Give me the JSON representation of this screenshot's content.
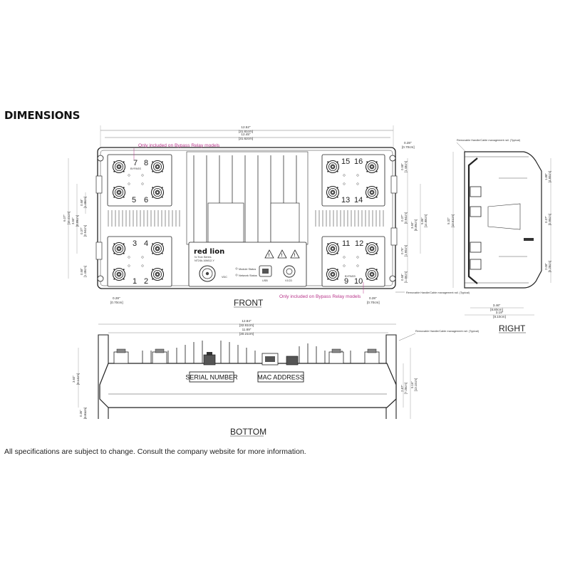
{
  "heading": "DIMENSIONS",
  "footer": "All specifications are subject to change. Consult the company website for more information.",
  "views": {
    "front": "FRONT",
    "right": "RIGHT",
    "bottom": "BOTTOM"
  },
  "notes": {
    "bypass_top": "Only included on Bypass Relay models",
    "bypass_bottom": "Only included on Bypass Relay models",
    "handle_front": "Removable Handle/Cable management rail. (Typical)",
    "handle_right": "Removable Handle/Cable management rail. (Typical)",
    "handle_bottom": "Removable Handle/Cable management rail. (Typical)"
  },
  "labels": {
    "bypass_1": "BYPASS",
    "bypass_2": "BYPASS",
    "serial_number": "SERIAL NUMBER",
    "mac_address": "MAC ADDRESS",
    "brand": "red lion",
    "series_line1": "N-Tron Series",
    "series_line2": "NT24k-16M12-Y",
    "vdc": "VDC",
    "module_status": "Module Status",
    "network_status": "Network Status",
    "usb": "USB",
    "v1cd": "V1CD"
  },
  "port_numbers": {
    "p7": "7",
    "p8": "8",
    "p5": "5",
    "p6": "6",
    "p3": "3",
    "p4": "4",
    "p1": "1",
    "p2": "2",
    "p15": "15",
    "p16": "16",
    "p13": "13",
    "p14": "14",
    "p11": "11",
    "p12": "12",
    "p9": "9",
    "p10": "10"
  },
  "dimensions": {
    "front_width_outer": "12.52\"",
    "front_width_outer_mm": "[31.81cm]",
    "front_width_inner": "12.45\"",
    "front_width_inner_mm": "[31.62cm]",
    "corner_top": "0.28\"",
    "corner_top_mm": "[0.70cm]",
    "left_height": "6.07\"",
    "left_height_mm": "[15.41cm]",
    "left_mid": "3.50\"",
    "left_mid_mm": "[8.89cm]",
    "left_upper": "0.58\"",
    "left_upper_mm": "[1.48cm]",
    "left_337": "0.37\"",
    "left_337_mm": "[0.94cm]",
    "left_lower": "0.58\"",
    "left_lower_mm": "[1.48cm]",
    "bottom_left": "0.28\"",
    "bottom_left_mm": "[0.70cm]",
    "bottom_right": "0.28\"",
    "bottom_right_mm": "[0.70cm]",
    "right_top": "0.58\"",
    "right_top_mm": "[1.48cm]",
    "right_mid": "0.37\"",
    "right_mid_mm": "[0.94cm]",
    "right_height": "5.86\"",
    "right_height_mm": "[14.88cm]",
    "right_inner": "3.50\"",
    "right_inner_mm": "[8.89cm]",
    "right_lower1": "0.75\"",
    "right_lower1_mm": "[1.90cm]",
    "right_lower2": "0.58\"",
    "right_lower2_mm": "[1.48cm]",
    "side_height": "5.32\"",
    "side_height_mm": "[13.51cm]",
    "side_upper": "1.88\"",
    "side_upper_mm": "[4.80cm]",
    "side_mid": "0.37\"",
    "side_mid_mm": "[0.95cm]",
    "side_lower": "2.08\"",
    "side_lower_mm": "[5.28cm]",
    "side_depth": "3.46\"",
    "side_depth_mm": "[8.80cm]",
    "side_width": "3.19\"",
    "side_width_mm": "[8.10cm]",
    "bot_width_outer": "12.84\"",
    "bot_width_outer_mm": "[32.61cm]",
    "bot_width_inner": "11.89\"",
    "bot_width_inner_mm": "[30.21cm]",
    "bot_left_height": "3.60\"",
    "bot_left_height_mm": "[9.14cm]",
    "bot_left_low": "0.36\"",
    "bot_left_low_mm": "[0.91cm]",
    "bot_right_a": "2.87\"",
    "bot_right_a_mm": "[7.28cm]",
    "bot_right_b": "5.16\"",
    "bot_right_b_mm": "[13.10cm]"
  }
}
